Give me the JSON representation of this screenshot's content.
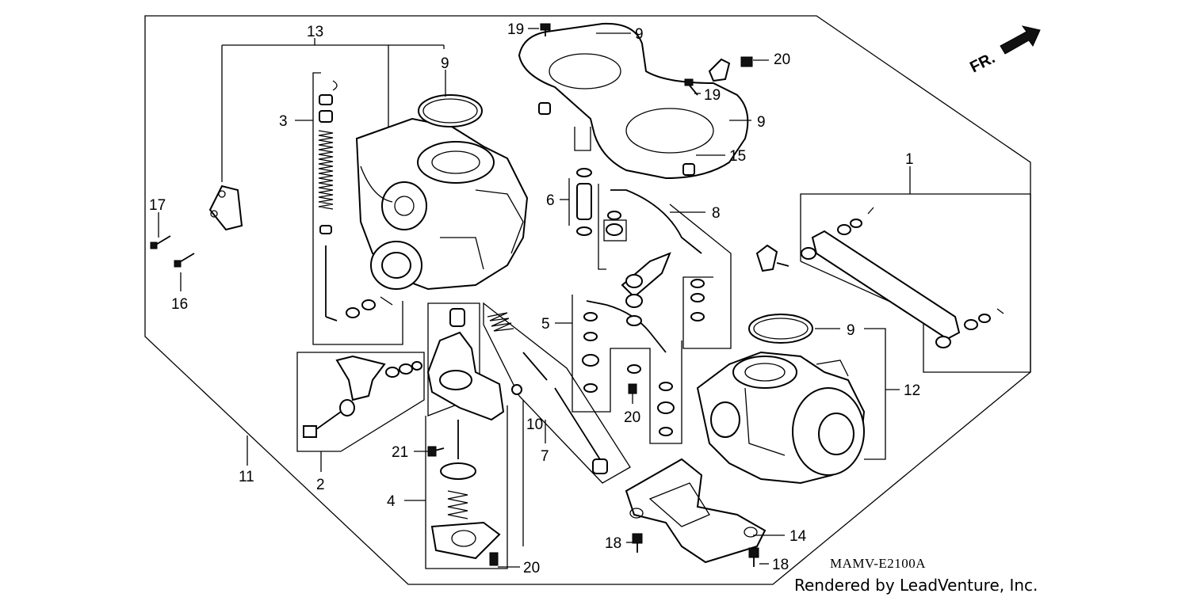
{
  "callouts": {
    "c1": "1",
    "c2": "2",
    "c3": "3",
    "c4": "4",
    "c5": "5",
    "c6": "6",
    "c7": "7",
    "c8": "8",
    "c9a": "9",
    "c9b": "9",
    "c9c": "9",
    "c9d": "9",
    "c10": "10",
    "c11": "11",
    "c12": "12",
    "c13": "13",
    "c14": "14",
    "c15": "15",
    "c16": "16",
    "c17": "17",
    "c18a": "18",
    "c18b": "18",
    "c19a": "19",
    "c19b": "19",
    "c20a": "20",
    "c20b": "20",
    "c20c": "20",
    "c21": "21"
  },
  "direction_label": "FR.",
  "diagram_code": "MAMV-E2100A",
  "credit": "Rendered by LeadVenture, Inc."
}
